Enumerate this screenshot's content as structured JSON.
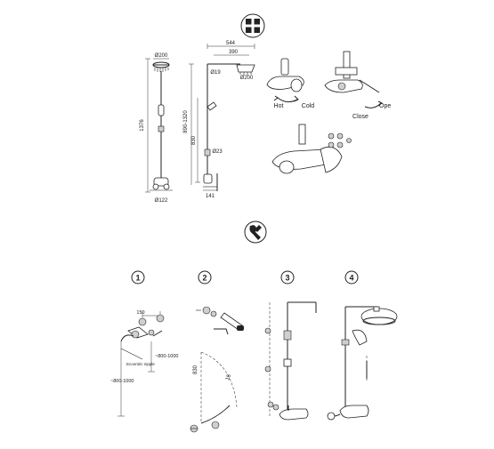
{
  "dimensions": {
    "head_diameter_left": "Ø200",
    "total_height": "1376",
    "arm_length": "544",
    "arm_inner": "390",
    "head_diameter_right": "Ø200",
    "pipe_diameter_upper": "Ø19",
    "adjust_range": "890-1320",
    "riser_height": "830",
    "pipe_diameter_lower": "Ø23",
    "outlet_center": "Ø122",
    "depth": "141"
  },
  "operation": {
    "hot_label": "Hot",
    "cold_label": "Cold",
    "close_label": "Close",
    "open_label": "Ope"
  },
  "steps": {
    "step1": "1",
    "step2": "2",
    "step3": "3",
    "step4": "4"
  },
  "install": {
    "spacing_150": "150",
    "height_range_a": "~800-1000",
    "height_range_b": "~800-1000",
    "eccentric_label": "Eccentric nipple",
    "height_830": "830",
    "angle_15": "15"
  }
}
